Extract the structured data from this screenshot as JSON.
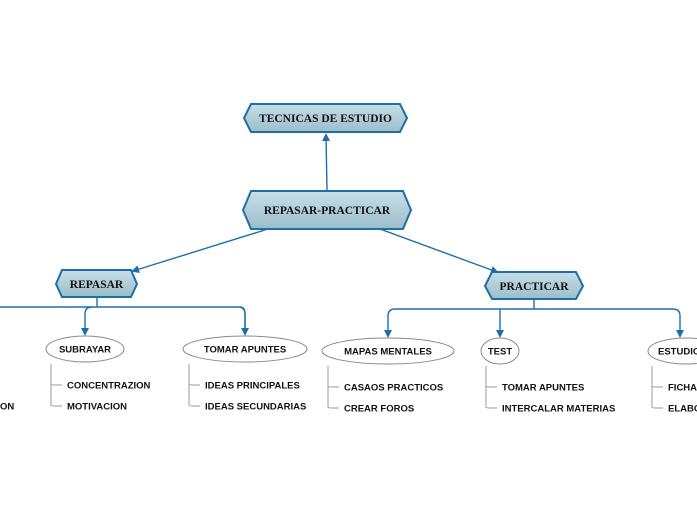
{
  "colors": {
    "hex_border": "#1f6fa7",
    "hex_fill_top": "#c7dfe7",
    "hex_fill_bottom": "#9bbdca",
    "connector": "#1f6fa7",
    "ellipse_border": "#8a8a8a",
    "text": "#111111",
    "tree_line": "#9a9a9a"
  },
  "main_nodes": {
    "root": "TECNICAS DE ESTUDIO",
    "center": "REPASAR-PRACTICAR",
    "left": "REPASAR",
    "right": "PRACTICAR"
  },
  "branches": [
    {
      "id": "subrayar",
      "label": "SUBRAYAR",
      "items": [
        "CONCENTRAZION",
        "MOTIVACION"
      ]
    },
    {
      "id": "tomar-apuntes-1",
      "label": "TOMAR APUNTES",
      "items": [
        "IDEAS PRINCIPALES",
        "IDEAS SECUNDARIAS"
      ]
    },
    {
      "id": "mapas-mentales",
      "label": "MAPAS MENTALES",
      "items": [
        "CASAOS PRACTICOS",
        "CREAR FOROS"
      ]
    },
    {
      "id": "test",
      "label": "TEST",
      "items": [
        "TOMAR APUNTES",
        "INTERCALAR MATERIAS"
      ]
    },
    {
      "id": "estudio",
      "label": "ESTUDIO",
      "items": [
        "FICHAS",
        "ELABORAR"
      ]
    }
  ],
  "cutoff_left_item": "ON"
}
